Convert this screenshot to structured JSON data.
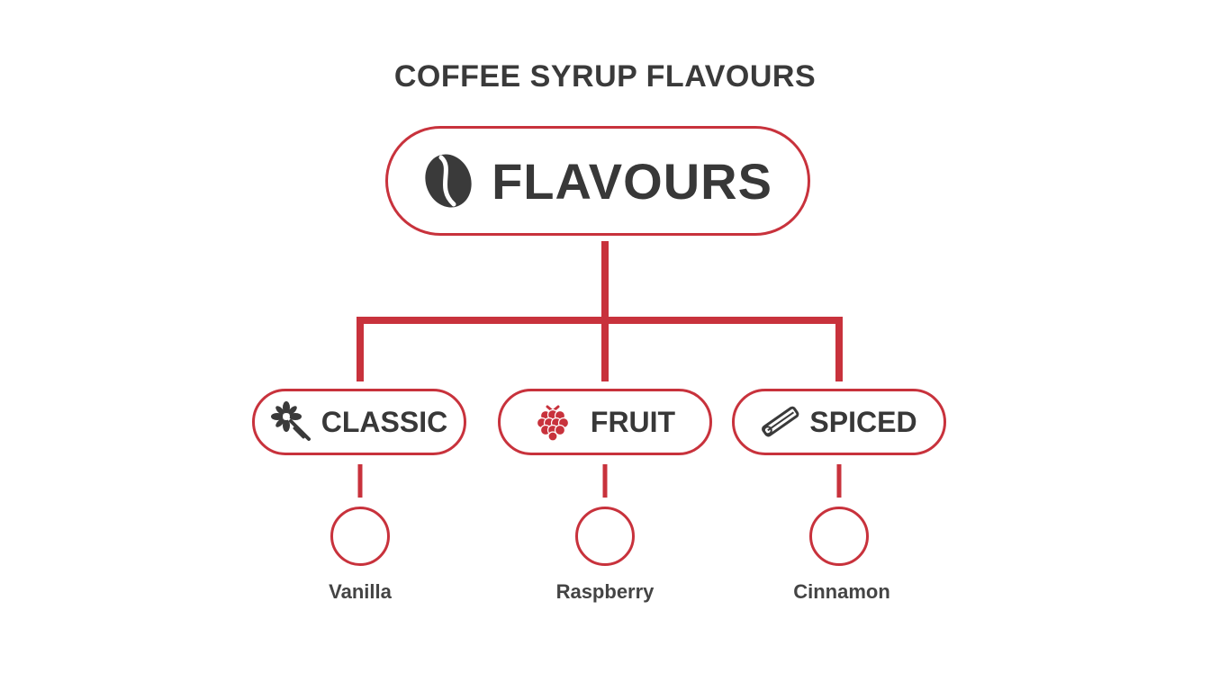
{
  "title": "COFFEE SYRUP FLAVOURS",
  "root": {
    "label": "FLAVOURS",
    "icon": "coffee-bean-icon"
  },
  "categories": [
    {
      "label": "CLASSIC",
      "icon": "vanilla-flower-icon",
      "item": "Vanilla"
    },
    {
      "label": "FRUIT",
      "icon": "raspberry-icon",
      "item": "Raspberry"
    },
    {
      "label": "SPICED",
      "icon": "cinnamon-stick-icon",
      "item": "Cinnamon"
    }
  ],
  "colors": {
    "accent": "#c8323c",
    "text": "#3a3a3a",
    "background": "#ffffff"
  }
}
